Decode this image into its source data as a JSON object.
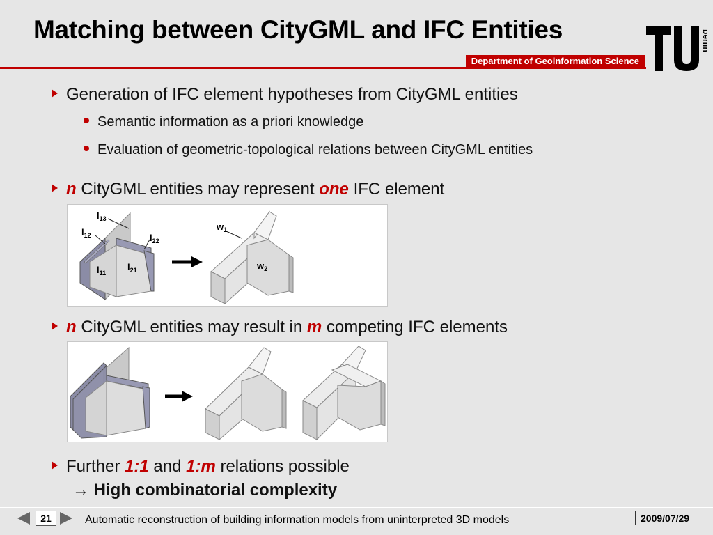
{
  "title": "Matching between CityGML and IFC Entities",
  "department": "Department of Geoinformation Science",
  "logo_text": "berlin",
  "bullets": {
    "b1": "Generation of IFC element hypotheses from CityGML entities",
    "b1_sub1": "Semantic information as a priori knowledge",
    "b1_sub2": "Evaluation of geometric-topological relations between CityGML entities",
    "b2_n": "n",
    "b2_mid": " CityGML entities may represent ",
    "b2_one": "one",
    "b2_end": " IFC element",
    "b3_n": "n",
    "b3_mid": " CityGML entities may result in ",
    "b3_m": "m",
    "b3_end": " competing IFC elements",
    "b4_start": "Further ",
    "b4_11": "1:1",
    "b4_and": " and ",
    "b4_1m": "1:m",
    "b4_end": " relations possible",
    "b4_line2": "High combinatorial complexity"
  },
  "figure1_labels": {
    "l13": "l",
    "l13_sub": "13",
    "l12": "l",
    "l12_sub": "12",
    "l22": "l",
    "l22_sub": "22",
    "l11": "l",
    "l11_sub": "11",
    "l21": "l",
    "l21_sub": "21",
    "w1": "w",
    "w1_sub": "1",
    "w2": "w",
    "w2_sub": "2"
  },
  "footer": {
    "page_number": "21",
    "text": "Automatic reconstruction of building information models from uninterpreted 3D models",
    "date": "2009/07/29"
  }
}
